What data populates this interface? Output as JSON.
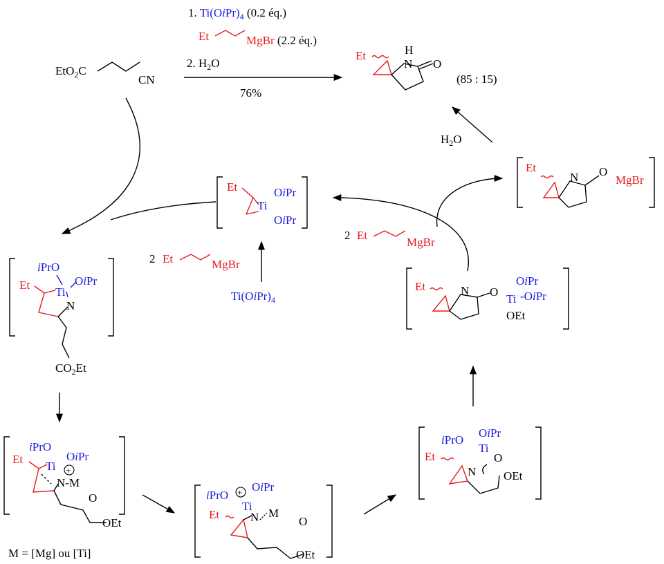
{
  "colors": {
    "red": "#e8191e",
    "blue": "#1a1adf",
    "black": "#000000"
  },
  "reaction": {
    "step1_prefix": "1. ",
    "step1_reagent": "Ti(O",
    "step1_reagent_ipr": "i",
    "step1_reagent_end": "Pr)",
    "step1_reagent_sub": "4",
    "step1_eq": " (0.2 éq.)",
    "grignard_et": "Et",
    "grignard_mgbr": "MgBr",
    "grignard_eq": " (2.2 éq.)",
    "step2": "2. H",
    "step2_sub": "2",
    "step2_end": "O",
    "yield": "76%",
    "ratio": "(85 : 15)"
  },
  "starting_material": {
    "ester": "EtO",
    "ester_sub": "2",
    "ester_end": "C",
    "nitrile": "CN"
  },
  "product": {
    "et": "Et",
    "h": "H",
    "n": "N",
    "o": "O"
  },
  "hydrolysis": {
    "label": "H",
    "label_sub": "2",
    "label_end": "O"
  },
  "titanacycle": {
    "et": "Et",
    "ti": "Ti",
    "oipr_o": "O",
    "oipr_i": "i",
    "oipr_pr": "Pr"
  },
  "regeneration": {
    "count": "2",
    "et": "Et",
    "mgbr": "MgBr",
    "ti_reagent": "Ti(O",
    "ti_reagent_i": "i",
    "ti_reagent_end": "Pr)",
    "ti_reagent_sub": "4"
  },
  "grignard_right": {
    "count": "2",
    "et": "Et",
    "mgbr": "MgBr"
  },
  "imine_magnesium": {
    "et": "Et",
    "n": "N",
    "o": "O",
    "mgbr": "MgBr"
  },
  "intermediate_a": {
    "ipro_i": "i",
    "ipro": "PrO",
    "ti": "Ti",
    "oipr_o": "O",
    "oipr_i": "i",
    "oipr_pr": "Pr",
    "et": "Et",
    "n": "N",
    "ester": "CO",
    "ester_sub": "2",
    "ester_end": "Et"
  },
  "intermediate_b": {
    "ipro_i": "i",
    "ipro": "PrO",
    "ti": "Ti",
    "plus": "+",
    "oipr_o": "O",
    "oipr_i": "i",
    "oipr_pr": "Pr",
    "et": "Et",
    "nm": "N-M",
    "o": "O",
    "oet": "OEt",
    "note": "M = [Mg] ou [Ti]"
  },
  "intermediate_c": {
    "ipro_i": "i",
    "ipro": "PrO",
    "plus": "+",
    "oipr_o": "O",
    "oipr_i": "i",
    "oipr_pr": "Pr",
    "ti": "Ti",
    "et": "Et",
    "n": "N",
    "m": "M",
    "o": "O",
    "oet": "OEt"
  },
  "intermediate_d": {
    "ipro_i": "i",
    "ipro": "PrO",
    "oipr_o": "O",
    "oipr_i": "i",
    "oipr_pr": "Pr",
    "ti": "Ti",
    "et": "Et",
    "n": "N",
    "o": "O",
    "oet": "OEt"
  },
  "intermediate_e": {
    "et": "Et",
    "n": "N",
    "o": "O",
    "ti": "Ti",
    "oipr1_o": "O",
    "oipr1_i": "i",
    "oipr1_pr": "Pr",
    "oipr2_o": "-O",
    "oipr2_i": "i",
    "oipr2_pr": "Pr",
    "oet": "OEt"
  }
}
